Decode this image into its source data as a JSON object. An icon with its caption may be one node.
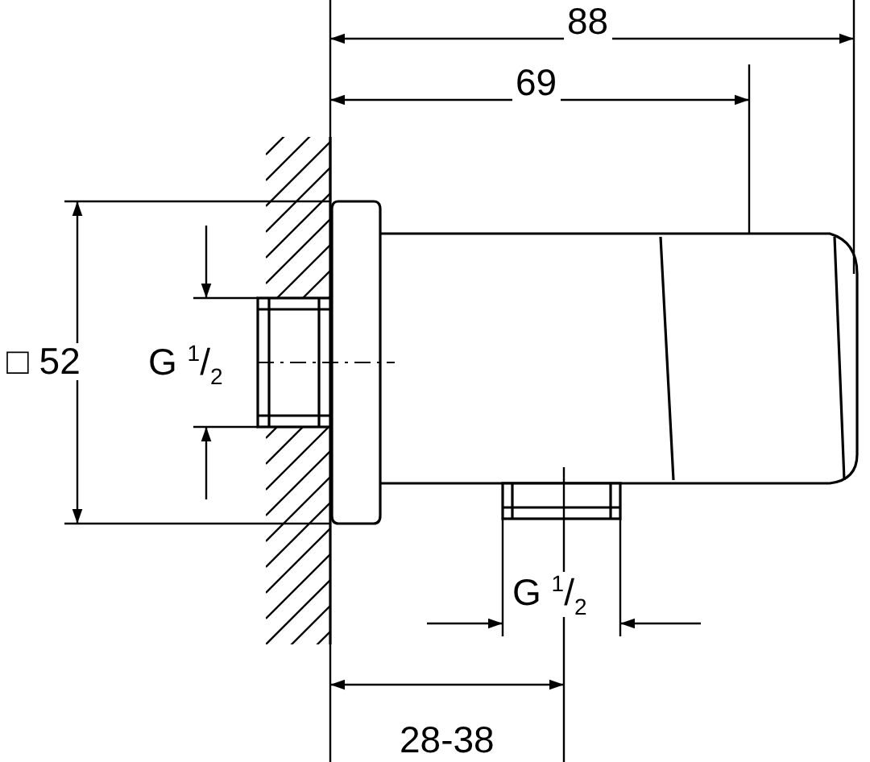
{
  "diagram": {
    "labels": [
      "88",
      "69",
      "□ 52",
      "G $^{1}$/$_{2}$",
      "G $^{1}$/$_{2}$",
      "28-38"
    ]
  }
}
